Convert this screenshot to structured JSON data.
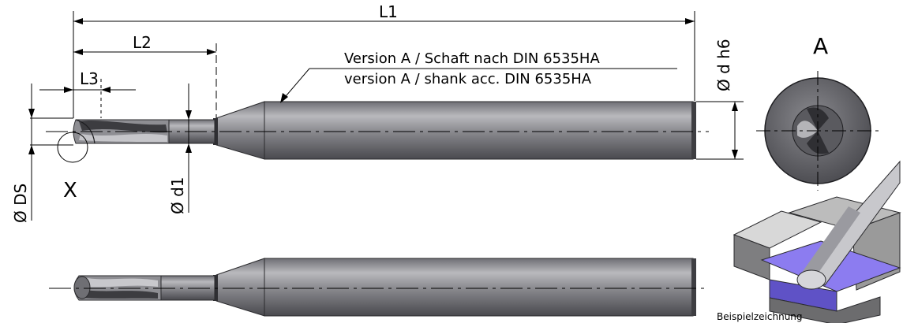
{
  "dimensions": {
    "l1": "L1",
    "l2": "L2",
    "l3": "L3",
    "d_h6": "Ø d h6",
    "d1": "Ø d1",
    "ds": "Ø DS"
  },
  "view_labels": {
    "section_a": "A",
    "detail_x": "X"
  },
  "annotation": {
    "line_de": "Version A / Schaft nach DIN 6535HA",
    "line_en": "version A / shank acc. DIN 6535HA"
  },
  "example_caption": "Beispielzeichnung",
  "colors": {
    "tool_body": "#8e8e93",
    "tool_highlight": "#c4c4c8",
    "tool_shadow": "#55555a",
    "workpiece": "#a8a8a8",
    "slot": "#8c7cf0"
  },
  "icons": [
    "end-mill-side-view",
    "end-mill-front-view",
    "end-mill-end-view",
    "workpiece-example-icon"
  ]
}
